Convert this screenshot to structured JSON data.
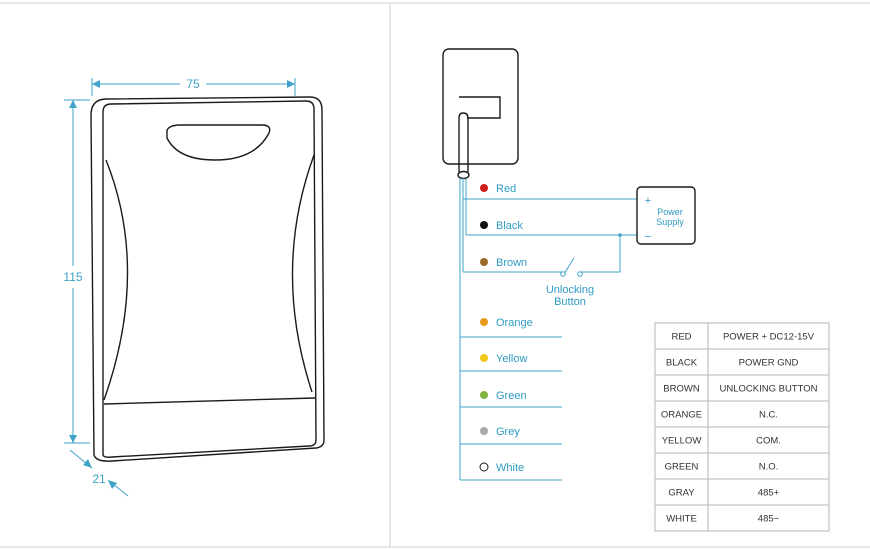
{
  "dimensions": {
    "width": "75",
    "height": "115",
    "depth": "21"
  },
  "power_supply": {
    "plus": "+",
    "minus": "−",
    "line1": "Power",
    "line2": "Supply"
  },
  "unlock_button": {
    "line1": "Unlocking",
    "line2": "Button"
  },
  "wires": [
    {
      "label": "Red",
      "color": "#d11f1f"
    },
    {
      "label": "Black",
      "color": "#111111"
    },
    {
      "label": "Brown",
      "color": "#9a6a2a"
    },
    {
      "label": "Orange",
      "color": "#e99a1a"
    },
    {
      "label": "Yellow",
      "color": "#f2c81a"
    },
    {
      "label": "Green",
      "color": "#7fb23e"
    },
    {
      "label": "Grey",
      "color": "#a9a9a9"
    },
    {
      "label": "White",
      "color": "#ffffff"
    }
  ],
  "table": [
    [
      "RED",
      "POWER + DC12-15V"
    ],
    [
      "BLACK",
      "POWER GND"
    ],
    [
      "BROWN",
      "UNLOCKING BUTTON"
    ],
    [
      "ORANGE",
      "N.C."
    ],
    [
      "YELLOW",
      "COM."
    ],
    [
      "GREEN",
      "N.O."
    ],
    [
      "GRAY",
      "485+"
    ],
    [
      "WHITE",
      "485−"
    ]
  ],
  "colors": {
    "accent": "#2f9bc4",
    "outline": "#1a1a1a",
    "frame": "#cfcfcf"
  }
}
